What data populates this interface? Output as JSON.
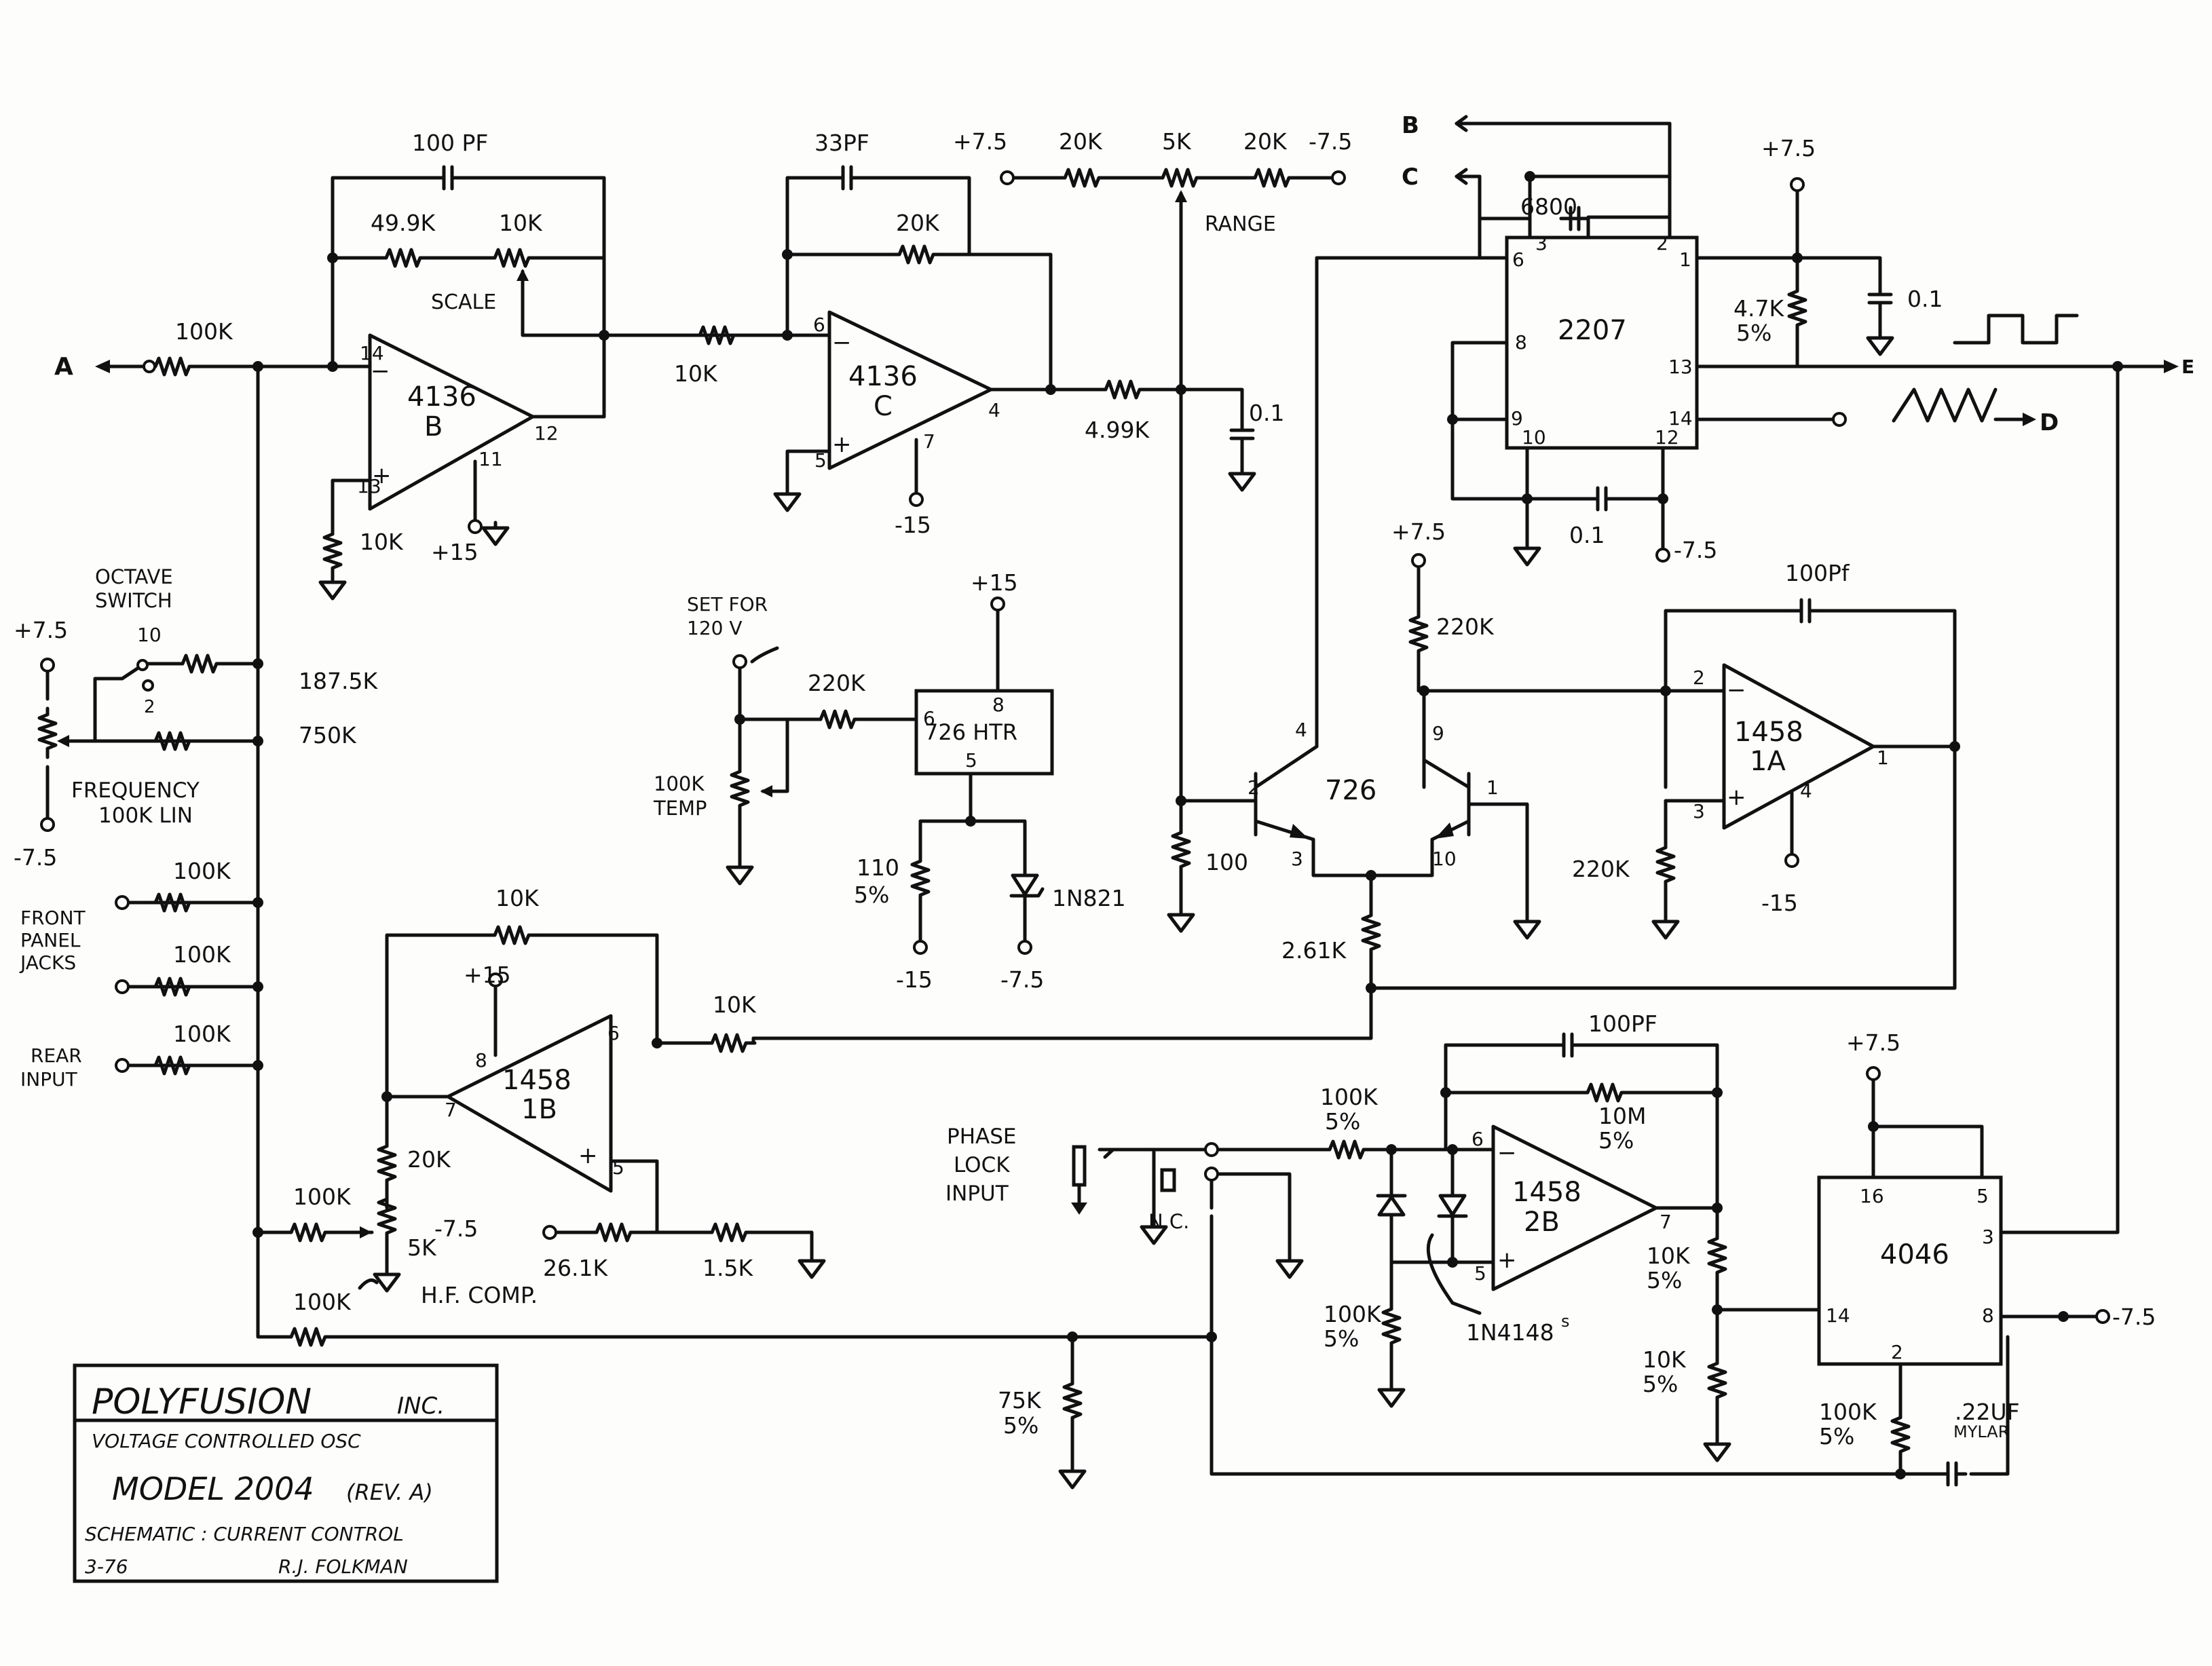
{
  "colors": {
    "ink": "#111111",
    "paper": "#fdfdfc"
  },
  "title_block": {
    "company": "POLYFUSION",
    "inc": "INC.",
    "product": "VOLTAGE CONTROLLED OSC",
    "model": "MODEL 2004",
    "rev": "(REV. A)",
    "schematic": "SCHEMATIC : CURRENT CONTROL",
    "date": "3-76",
    "author": "R.J. FOLKMAN"
  },
  "ports": {
    "a": "A",
    "b": "B",
    "c": "C",
    "d": "D",
    "e": "E"
  },
  "rails": {
    "p75": "+7.5",
    "m75": "-7.5",
    "p15": "+15",
    "m15": "-15"
  },
  "labels": {
    "octave_switch": [
      "OCTAVE",
      "SWITCH"
    ],
    "oct_10": "10",
    "oct_2": "2",
    "frequency": [
      "FREQUENCY",
      "100K LIN"
    ],
    "front_panel": [
      "FRONT",
      "PANEL",
      "JACKS"
    ],
    "rear_input": [
      "REAR",
      "INPUT"
    ],
    "scale": "SCALE",
    "range": "RANGE",
    "set_for": [
      "SET FOR",
      "120 V"
    ],
    "temp": "TEMP",
    "phase_lock": [
      "PHASE",
      "LOCK",
      "INPUT"
    ],
    "nc": "N.C.",
    "hf_comp": "H.F. COMP.",
    "diodes": "1N4148",
    "diodes_sup": "s",
    "mylar": "MYLAR",
    "zener": "1N821"
  },
  "components": {
    "r_100k_a": "100K",
    "c_100pf_b": "100 PF",
    "r_499k": "49.9K",
    "p_10k_scale": "10K",
    "r_10k_b13": "10K",
    "r_10k_bc": "10K",
    "c_33pf": "33PF",
    "r_20k_c": "20K",
    "r_4_99k": "4.99K",
    "c_01_c": "0.1",
    "r_20k_rl": "20K",
    "p_5k_range": "5K",
    "r_20k_rr": "20K",
    "r_187k": "187.5K",
    "r_750k": "750K",
    "r_100k_fp1": "100K",
    "r_100k_fp2": "100K",
    "r_100k_rear": "100K",
    "r_220k_htr": "220K",
    "p_100k_temp": "100K",
    "r_110": "110",
    "r_110_tol": "5%",
    "c_6800": "6800",
    "r_47k": "4.7K",
    "r_47k_tol": "5%",
    "c_01_top": "0.1",
    "c_01_bot": "0.1",
    "r_220k_726": "220K",
    "r_100": "100",
    "r_261k": "2.61K",
    "c_100pf_1a": "100Pf",
    "r_220k_1a": "220K",
    "r_10k_1b": "10K",
    "r_10k_1b_out": "10K",
    "r_20k_1b": "20K",
    "p_5k_hf": "5K",
    "r_261k_b": "26.1K",
    "r_15k": "1.5K",
    "r_100k_hf": "100K",
    "r_100k_bot": "100K",
    "r_75k": "75K",
    "r_75k_tol": "5%",
    "r_100k_pl": "100K",
    "r_100k_pl_tol": "5%",
    "c_100pf_2b": "100PF",
    "r_10m": "10M",
    "r_10m_tol": "5%",
    "r_100k_d": "100K",
    "r_100k_d_tol": "5%",
    "r_10k_2b_a": "10K",
    "r_10k_2b_a_tol": "5%",
    "r_10k_2b_b": "10K",
    "r_10k_2b_b_tol": "5%",
    "r_100k_4046": "100K",
    "r_100k_4046_tol": "5%",
    "c_22uf": ".22UF"
  },
  "ics": {
    "u4136b": {
      "part": "4136",
      "unit": "B",
      "pins": {
        "inv": "14",
        "ninv": "13",
        "out": "12",
        "v": "11"
      }
    },
    "u4136c": {
      "part": "4136",
      "unit": "C",
      "pins": {
        "inv": "6",
        "ninv": "5",
        "out": "4",
        "v": "7"
      }
    },
    "u2207": {
      "part": "2207",
      "pins": {
        "p6": "6",
        "p3": "3",
        "p2": "2",
        "p1": "1",
        "p8": "8",
        "p13": "13",
        "p9": "9",
        "p10": "10",
        "p14": "14",
        "p12": "12"
      }
    },
    "u726htr": {
      "part": "726 HTR",
      "pins": {
        "p6": "6",
        "p8": "8",
        "p5": "5"
      }
    },
    "q726": {
      "part": "726",
      "pins": {
        "p2": "2",
        "p3": "3",
        "p4": "4",
        "p9": "9",
        "p10": "10",
        "p1": "1"
      }
    },
    "u1458a": {
      "part": "1458",
      "unit": "1A",
      "pins": {
        "inv": "2",
        "ninv": "3",
        "out": "1",
        "v": "4"
      }
    },
    "u1458b": {
      "part": "1458",
      "unit": "1B",
      "pins": {
        "inv": "7",
        "ninv": "5",
        "out": "6",
        "v": "8"
      }
    },
    "u1458c": {
      "part": "1458",
      "unit": "2B",
      "pins": {
        "inv": "6",
        "ninv": "5",
        "out": "7"
      }
    },
    "u4046": {
      "part": "4046",
      "pins": {
        "p16": "16",
        "p5": "5",
        "p3": "3",
        "p14": "14",
        "p2": "2",
        "p8": "8"
      }
    }
  }
}
